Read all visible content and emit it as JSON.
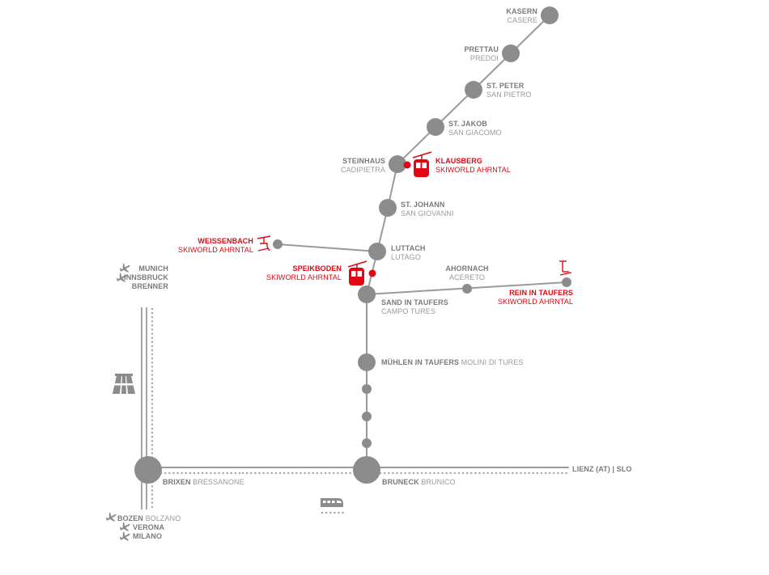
{
  "colors": {
    "line": "#9a9a9a",
    "node": "#8c8c8c",
    "accent": "#e20613",
    "label": "#7a7a7a",
    "label_sub": "#9a9a9a"
  },
  "stations": {
    "kasern": {
      "name": "KASERN",
      "sub": "CASERE"
    },
    "prettau": {
      "name": "PRETTAU",
      "sub": "PREDOI"
    },
    "st_peter": {
      "name": "ST. PETER",
      "sub": "SAN PIETRO"
    },
    "st_jakob": {
      "name": "ST. JAKOB",
      "sub": "SAN GIACOMO"
    },
    "steinhaus": {
      "name": "STEINHAUS",
      "sub": "CADIPIETRA"
    },
    "st_johann": {
      "name": "ST. JOHANN",
      "sub": "SAN GIOVANNI"
    },
    "luttach": {
      "name": "LUTTACH",
      "sub": "LUTAGO"
    },
    "ahornach": {
      "name": "AHORNACH",
      "sub": "ACERETO"
    },
    "sand_in_taufers": {
      "name": "SAND IN TAUFERS",
      "sub": "CAMPO TURES"
    },
    "muehlen": {
      "name": "MÜHLEN IN TAUFERS",
      "sub": "MOLINI DI TURES"
    },
    "brixen": {
      "name": "BRIXEN",
      "sub": "BRESSANONE"
    },
    "bruneck": {
      "name": "BRUNECK",
      "sub": "BRUNICO"
    },
    "lienz": {
      "name": "LIENZ (AT) | SLO"
    }
  },
  "ski_areas": {
    "klausberg": {
      "name": "KLAUSBERG",
      "sub": "SKIWORLD AHRNTAL",
      "icon": "gondola-icon"
    },
    "weissenbach": {
      "name": "WEISSENBACH",
      "sub": "SKIWORLD AHRNTAL",
      "icon": "chairlift-icon"
    },
    "speikboden": {
      "name": "SPEIKBODEN",
      "sub": "SKIWORLD AHRNTAL",
      "icon": "gondola-icon"
    },
    "rein": {
      "name": "REIN IN TAUFERS",
      "sub": "SKIWORLD AHRNTAL",
      "icon": "ski-lift-icon"
    }
  },
  "north_destinations": {
    "munich": "MUNICH",
    "innsbruck": "INNSBRUCK",
    "brenner": "BRENNER"
  },
  "south_destinations": {
    "bozen": {
      "name": "BOZEN",
      "sub": "BOLZANO"
    },
    "verona": "VERONA",
    "milano": "MILANO"
  },
  "legend_icons": {
    "motorway": "motorway-icon",
    "train": "train-icon",
    "airport": "airplane-icon"
  }
}
